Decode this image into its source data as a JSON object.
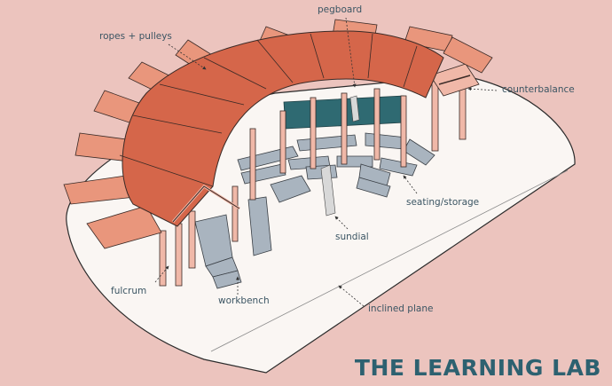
{
  "title": "THE LEARNING LAB",
  "labels": {
    "ropes_pulleys": "ropes + pulleys",
    "pegboard": "pegboard",
    "counterbalance": "counterbalance",
    "seating_storage": "seating/storage",
    "sundial": "sundial",
    "fulcrum": "fulcrum",
    "workbench": "workbench",
    "inclined_plane": "inclined plane"
  },
  "colors": {
    "background": "#ecc4be",
    "platform": "#faf6f3",
    "roof": "#d5664a",
    "roof_light": "#e9967c",
    "timber": "#f0b8a8",
    "blocks": "#a9b4bf",
    "back_wall": "#2f6a72",
    "text": "#3b5563",
    "title": "#2d6170"
  }
}
